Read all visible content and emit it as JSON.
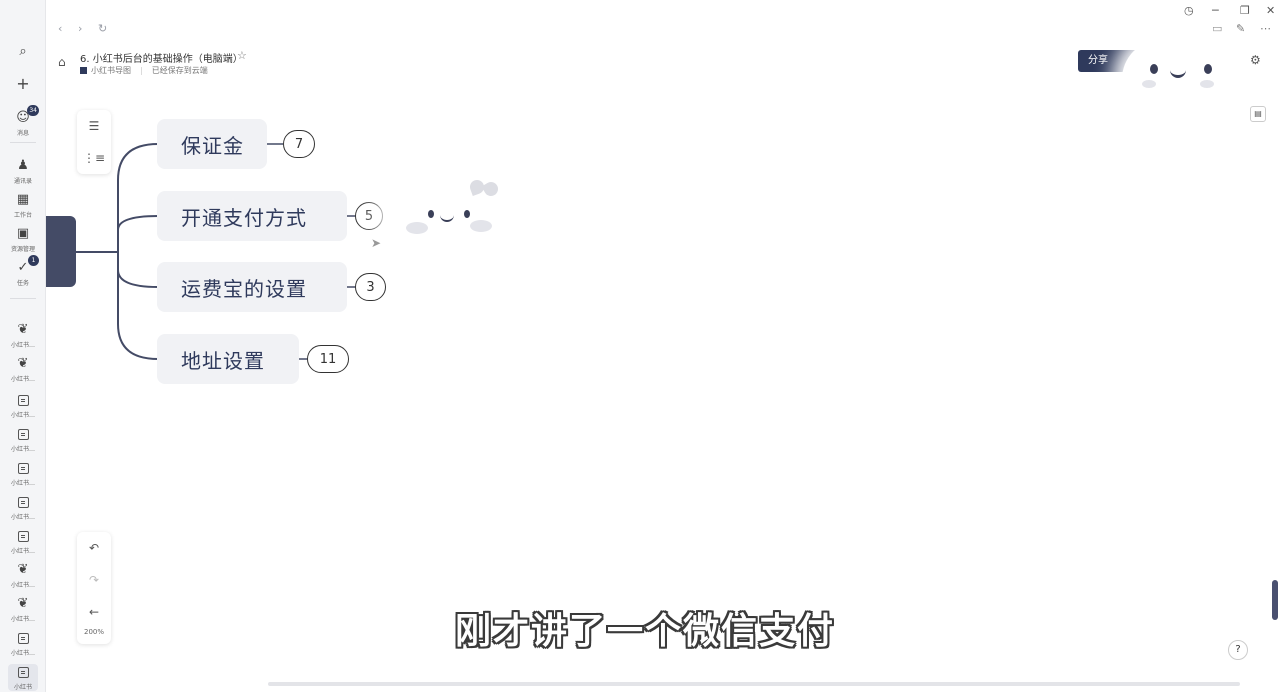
{
  "rail": {
    "items": [
      {
        "icon": "search-icon",
        "glyph": "⌕",
        "label": ""
      },
      {
        "icon": "plus-icon",
        "glyph": "+",
        "label": ""
      },
      {
        "icon": "message-icon",
        "glyph": "☺",
        "label": "消息",
        "badge": "34"
      },
      {
        "icon": "contacts-icon",
        "glyph": "♟",
        "label": "通讯录"
      },
      {
        "icon": "workbench-icon",
        "glyph": "▦",
        "label": "工作台"
      },
      {
        "icon": "calendar-icon",
        "glyph": "▣",
        "label": "资源管理"
      },
      {
        "icon": "tasks-icon",
        "glyph": "✓",
        "label": "任务",
        "badge": "1"
      }
    ],
    "docs_label": "小红书…",
    "last_doc_label": "小红书"
  },
  "doc": {
    "title": "6. 小红书后台的基础操作（电脑端）",
    "folder": "小红书导图",
    "save_status": "已经保存到云端"
  },
  "header": {
    "share_label": "分享"
  },
  "mindmap": {
    "topics": [
      {
        "label": "保证金",
        "count": "7"
      },
      {
        "label": "开通支付方式",
        "count": "5"
      },
      {
        "label": "运费宝的设置",
        "count": "3"
      },
      {
        "label": "地址设置",
        "count": "11"
      }
    ]
  },
  "zoom": {
    "level": "200%"
  },
  "subtitle": "刚才讲了一个微信支付",
  "help": {
    "label": "?"
  }
}
